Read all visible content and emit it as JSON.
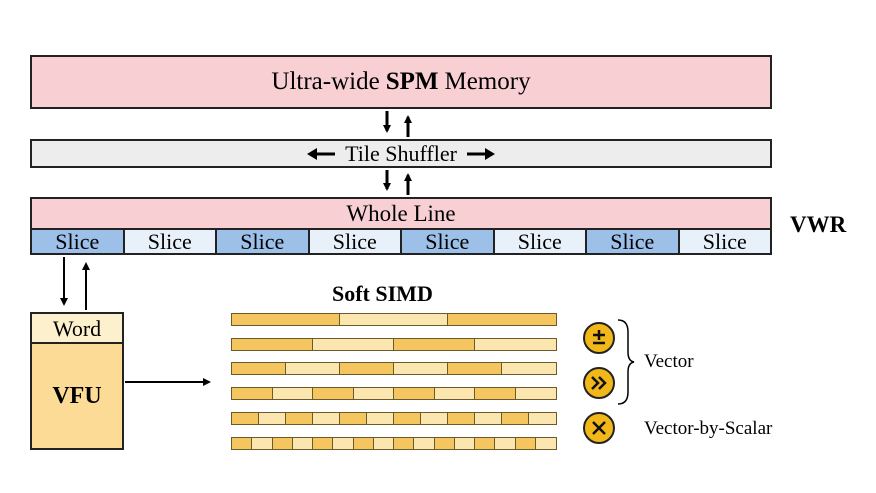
{
  "spm": {
    "prefix": "Ultra-wide",
    "bold": "SPM",
    "suffix": "Memory"
  },
  "shuffler": {
    "label": "Tile Shuffler"
  },
  "vwr": {
    "whole_line": "Whole Line",
    "slices": [
      "Slice",
      "Slice",
      "Slice",
      "Slice",
      "Slice",
      "Slice",
      "Slice",
      "Slice"
    ],
    "label": "VWR"
  },
  "vfu": {
    "word": "Word",
    "label": "VFU"
  },
  "simd": {
    "title": "Soft SIMD",
    "rows": [
      {
        "lanes": 3
      },
      {
        "lanes": 4
      },
      {
        "lanes": 6
      },
      {
        "lanes": 8
      },
      {
        "lanes": 12
      },
      {
        "lanes": 16
      }
    ]
  },
  "legend": {
    "add_icon": "plus-minus-icon",
    "shift_icon": "double-chevron-icon",
    "mul_icon": "multiply-icon",
    "vector": "Vector",
    "vector_by_scalar": "Vector-by-Scalar"
  }
}
